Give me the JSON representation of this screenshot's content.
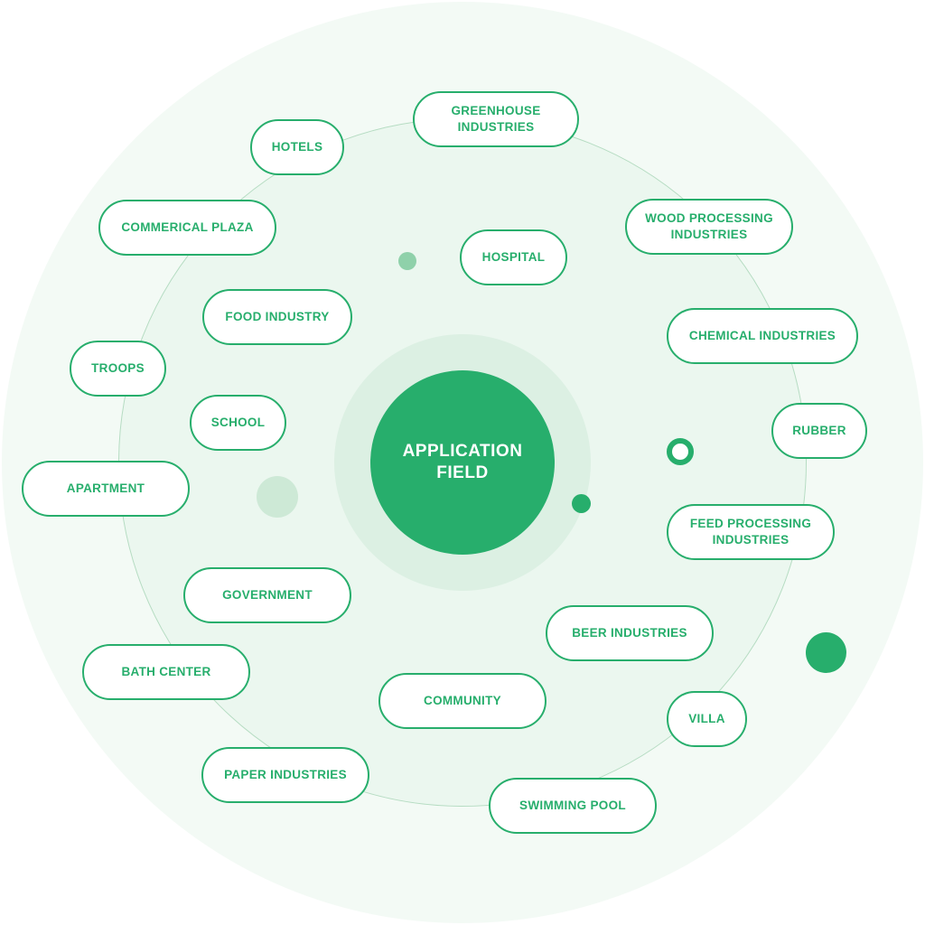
{
  "colors": {
    "accent": "#27ae6c",
    "background": "#f3faf5",
    "ring": "#b5dcc2"
  },
  "center": {
    "title": "APPLICATION FIELD"
  },
  "labels": {
    "greenhouse": "GREENHOUSE\nINDUSTRIES",
    "hotels": "HOTELS",
    "commercial_plaza": "COMMERICAL PLAZA",
    "wood_processing": "WOOD PROCESSING\nINDUSTRIES",
    "hospital": "HOSPITAL",
    "food_industry": "FOOD INDUSTRY",
    "chemical": "CHEMICAL INDUSTRIES",
    "troops": "TROOPS",
    "school": "SCHOOL",
    "rubber": "RUBBER",
    "apartment": "APARTMENT",
    "feed_processing": "FEED PROCESSING\nINDUSTRIES",
    "government": "GOVERNMENT",
    "beer": "BEER INDUSTRIES",
    "bath_center": "BATH CENTER",
    "community": "COMMUNITY",
    "villa": "VILLA",
    "paper": "PAPER INDUSTRIES",
    "swimming_pool": "SWIMMING POOL"
  }
}
